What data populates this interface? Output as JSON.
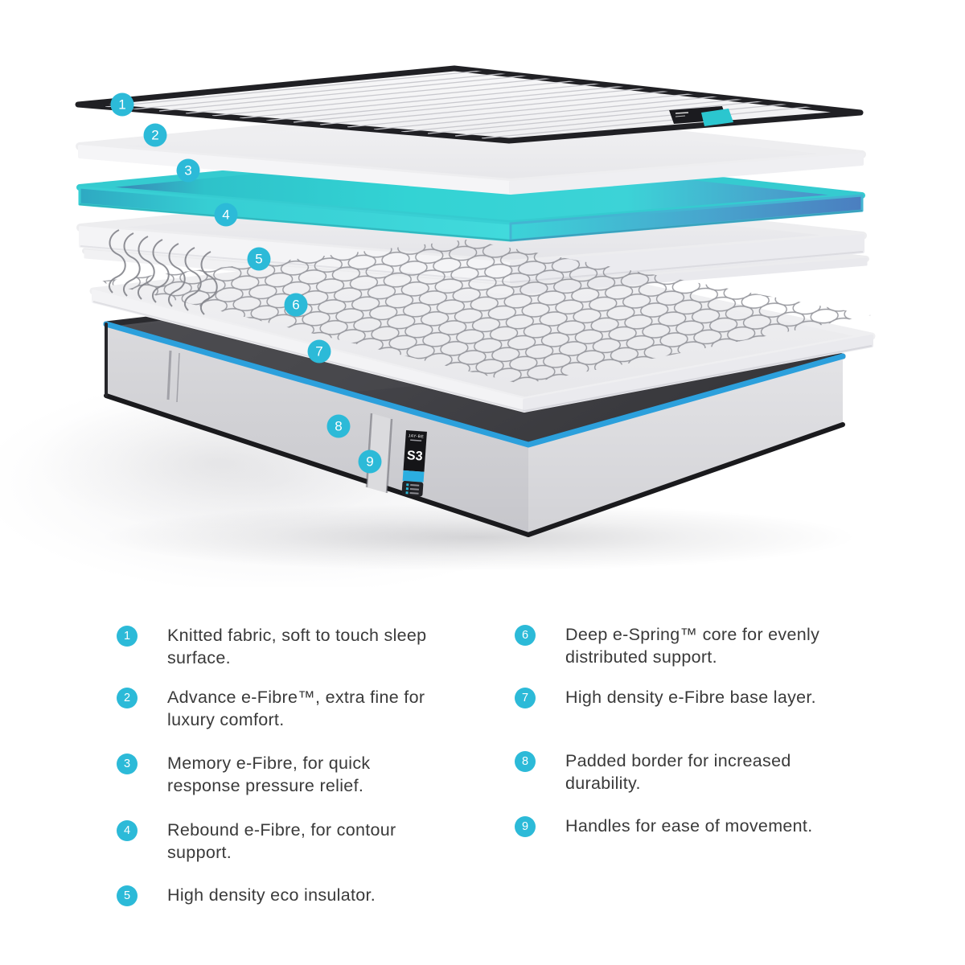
{
  "title": "Mattress exploded layer diagram",
  "colors": {
    "callout_cyan": "#2CBAD8",
    "base_trim_blue": "#2CA0DC",
    "memory_foam_teal": "#35D1D3",
    "memory_foam_blue": "#4A80C4",
    "base_top_dark": "#3E3E42",
    "base_side_grey": "#D2D2D5",
    "cover_trim_black": "#1F1F23",
    "spring_wire_grey": "#8E8F96",
    "legend_text_grey": "#3A3A3A"
  },
  "diagram": {
    "callouts": [
      {
        "number": "1"
      },
      {
        "number": "2"
      },
      {
        "number": "3"
      },
      {
        "number": "4"
      },
      {
        "number": "5"
      },
      {
        "number": "6"
      },
      {
        "number": "7"
      },
      {
        "number": "8"
      },
      {
        "number": "9"
      }
    ],
    "base_label": {
      "brand": "JAY-BE",
      "model": "S3"
    }
  },
  "legend": {
    "items": [
      {
        "number": "1",
        "text": "Knitted fabric, soft to touch sleep surface."
      },
      {
        "number": "2",
        "text": "Advance e-Fibre™, extra fine for luxury comfort."
      },
      {
        "number": "3",
        "text": "Memory e-Fibre, for quick response pressure relief."
      },
      {
        "number": "4",
        "text": "Rebound e-Fibre, for contour support."
      },
      {
        "number": "5",
        "text": "High density eco insulator."
      },
      {
        "number": "6",
        "text": "Deep e-Spring™ core for evenly distributed support."
      },
      {
        "number": "7",
        "text": "High density e-Fibre base layer."
      },
      {
        "number": "8",
        "text": "Padded border for increased durability."
      },
      {
        "number": "9",
        "text": "Handles for ease of movement."
      }
    ]
  }
}
